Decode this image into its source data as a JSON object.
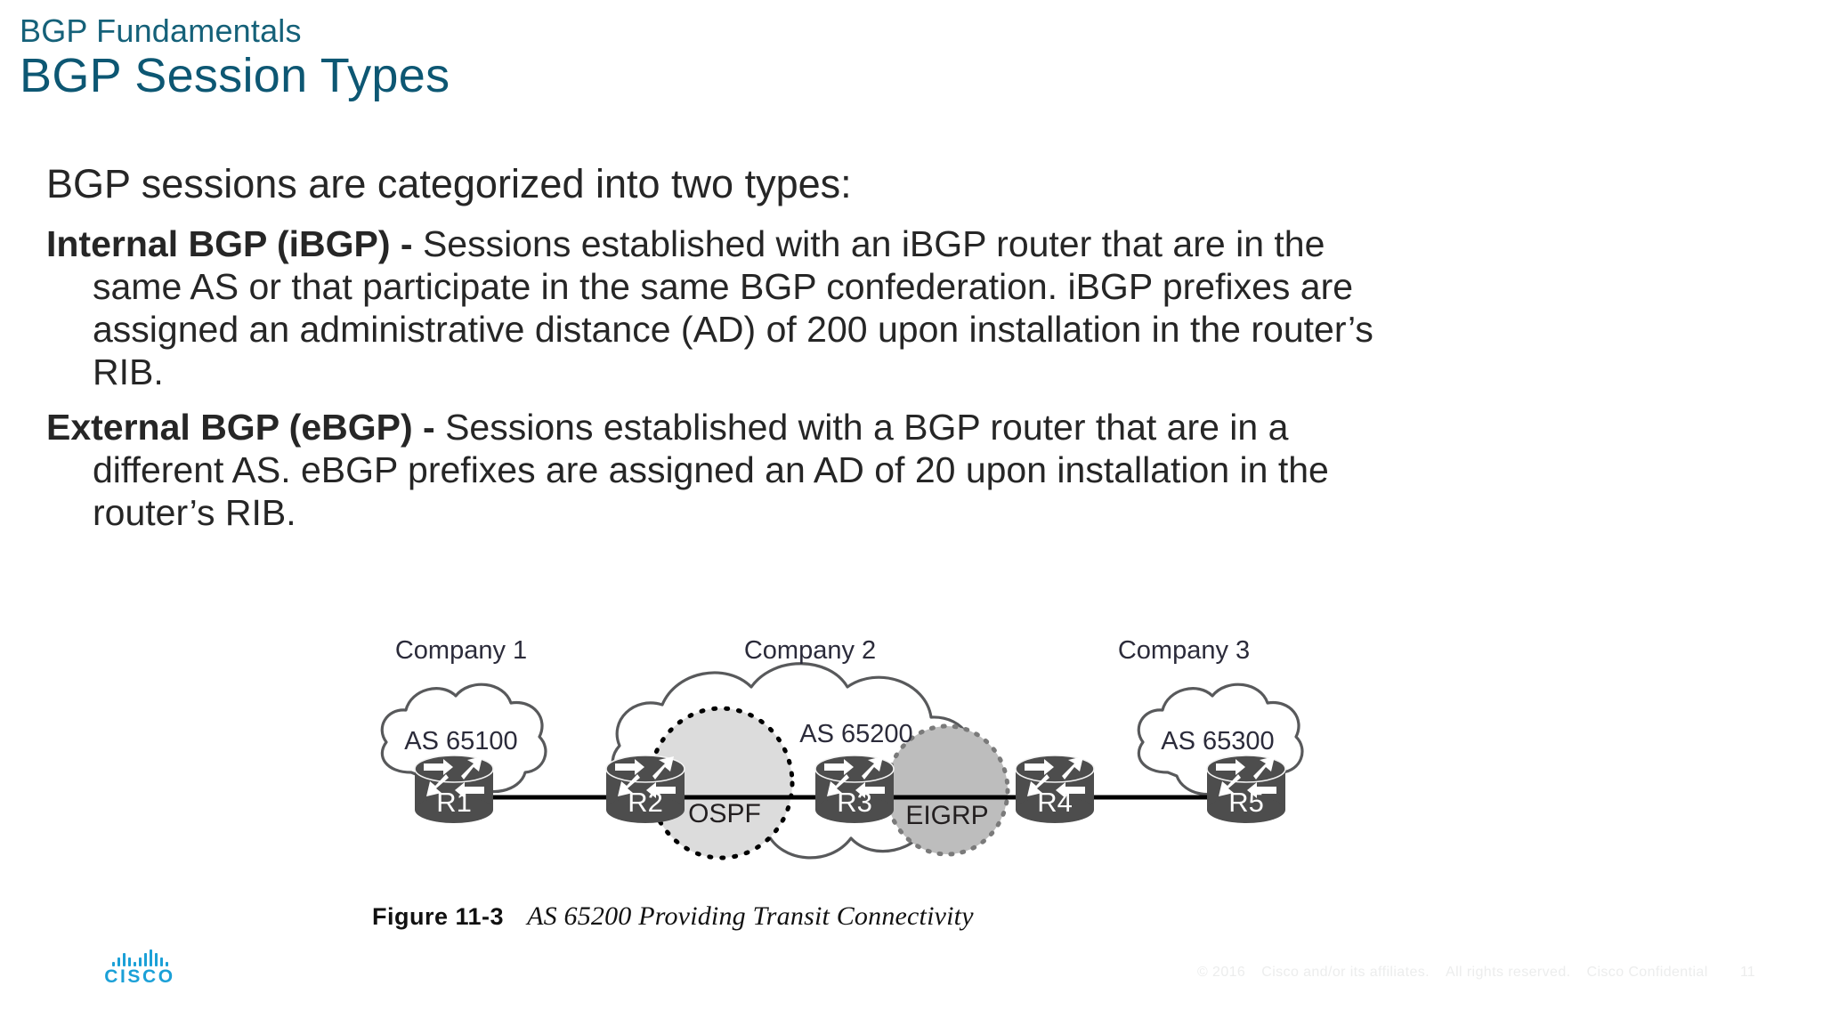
{
  "header": {
    "eyebrow": "BGP Fundamentals",
    "title": "BGP Session Types",
    "accent_color": "#0d5773"
  },
  "body": {
    "lead": "BGP sessions are categorized into two types:",
    "bullets": [
      {
        "term": "Internal BGP (iBGP) -",
        "text": " Sessions established with an iBGP router that are in the same AS or that participate in the same BGP confederation. iBGP prefixes are assigned an administrative distance (AD) of 200 upon installation in the router’s RIB."
      },
      {
        "term": "External BGP (eBGP) -",
        "text": " Sessions established with a BGP router that are in a different AS. eBGP prefixes are assigned an AD of 20 upon installation in the router’s RIB."
      }
    ]
  },
  "figure": {
    "caption_number": "Figure 11-3",
    "caption_title": "AS 65200 Providing Transit Connectivity",
    "clouds": [
      {
        "company": "Company 1",
        "as": "AS 65100"
      },
      {
        "company": "Company 2",
        "as": "AS 65200"
      },
      {
        "company": "Company 3",
        "as": "AS 65300"
      }
    ],
    "routers": [
      "R1",
      "R2",
      "R3",
      "R4",
      "R5"
    ],
    "domains": [
      {
        "label": "OSPF",
        "fill": "#dcdcdc",
        "stroke": "#000000"
      },
      {
        "label": "EIGRP",
        "fill": "#bdbdbd",
        "stroke": "#777777"
      }
    ]
  },
  "footer": {
    "copyright": "© 2016",
    "entity": "Cisco and/or  its affiliates.",
    "rights": "All rights  reserved.",
    "classification": "Cisco Confidential",
    "page_number": "11",
    "logo_wordmark": "CISCO",
    "logo_color": "#1ba0d7"
  }
}
